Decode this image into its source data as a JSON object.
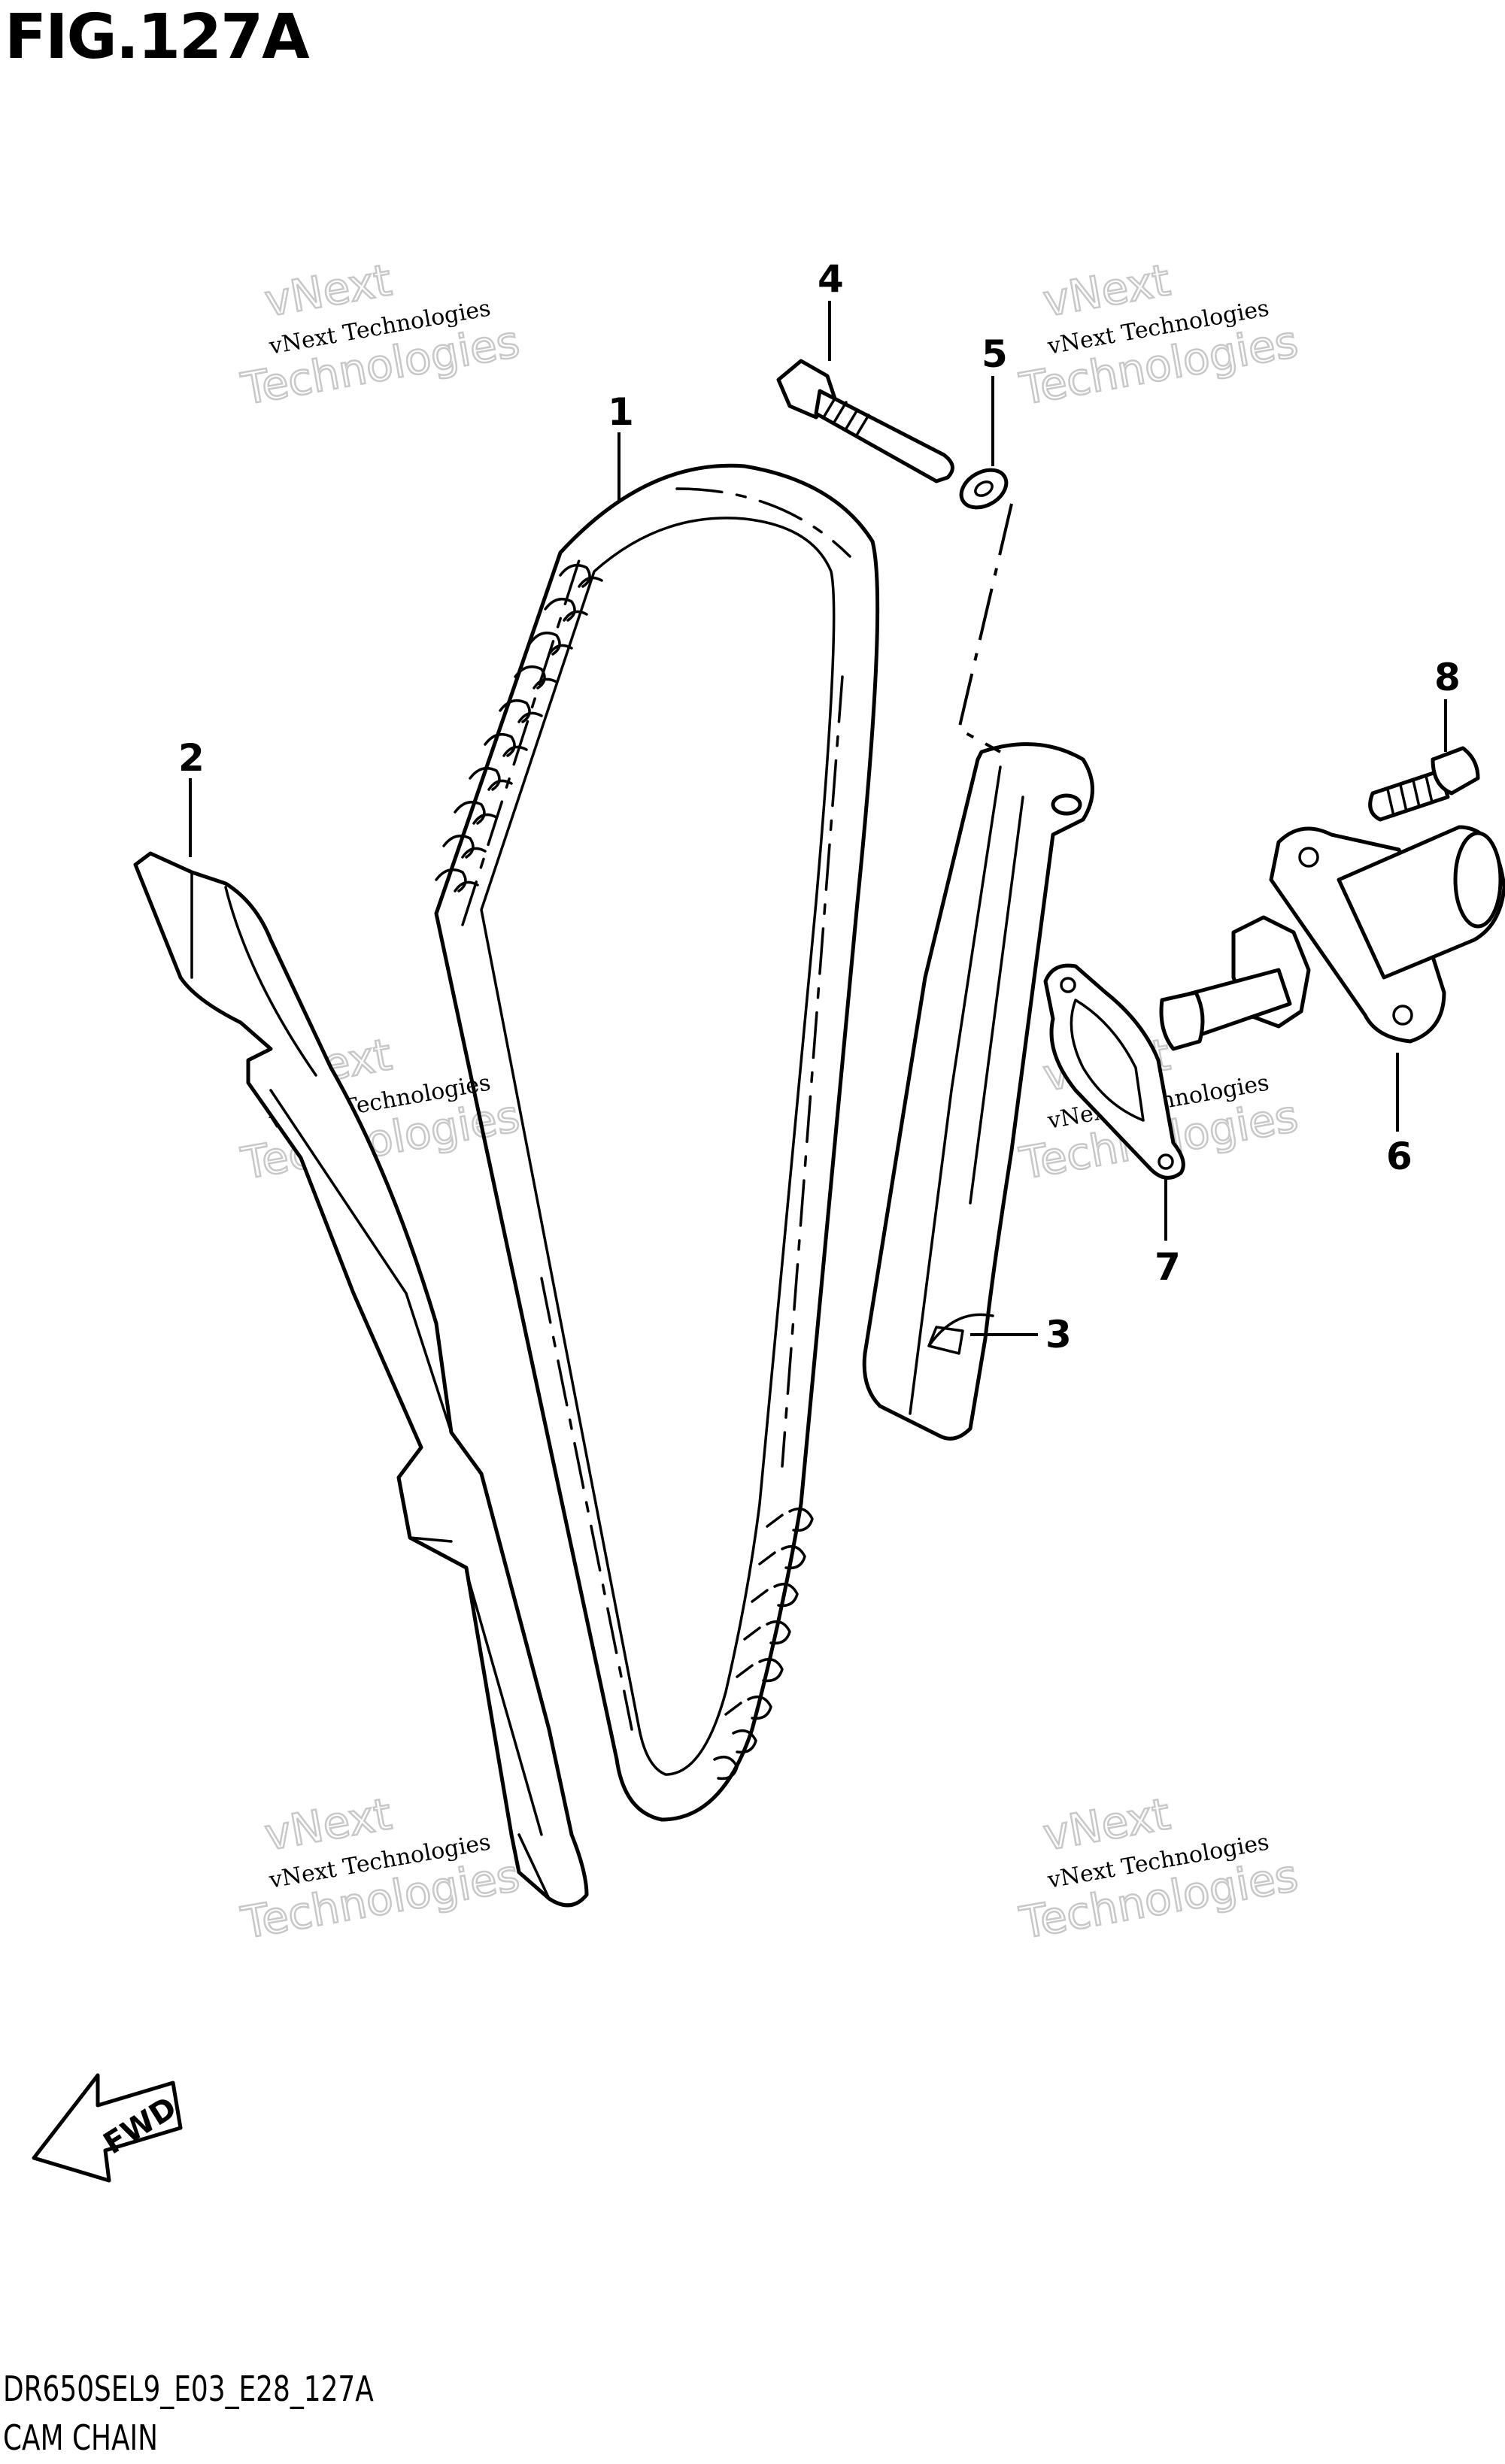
{
  "figure_title": "FIG.127A",
  "model_code": "DR650SEL9_E03_E28_127A",
  "section_name": "CAM CHAIN",
  "callouts": [
    "1",
    "2",
    "3",
    "4",
    "5",
    "6",
    "7",
    "8"
  ],
  "fwd_label": "FWD",
  "watermark": {
    "line1": "vNext",
    "line2": "vNext Technologies",
    "line3": "Technologies"
  }
}
